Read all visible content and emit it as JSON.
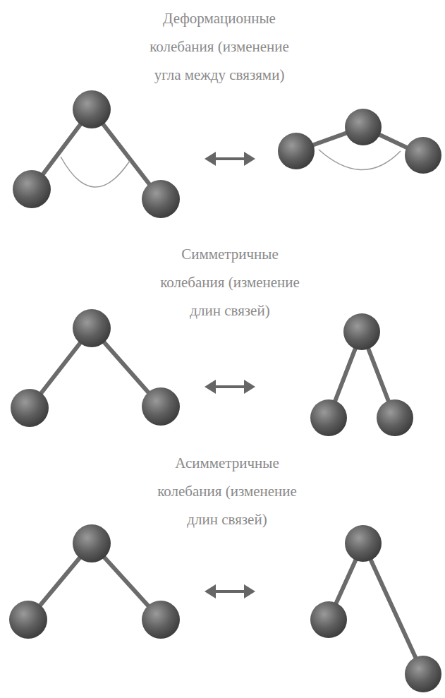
{
  "diagram": {
    "labels": [
      "Деформационные колебания (изменение угла между связями)",
      "Симметричные колебания (изменение длин связей)",
      "Асимметричные колебания (изменение длин связей)"
    ]
  }
}
